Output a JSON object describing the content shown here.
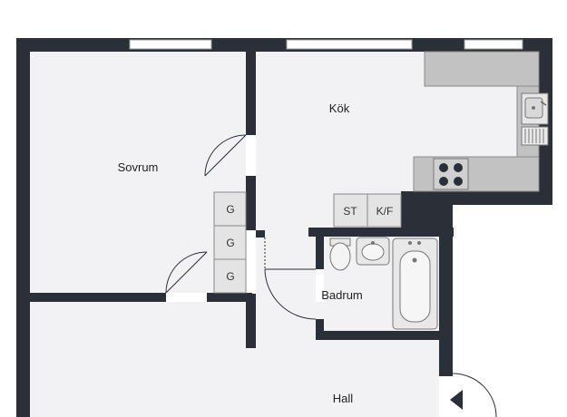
{
  "rooms": {
    "bedroom": "Sovrum",
    "kitchen": "Kök",
    "bathroom": "Badrum",
    "hall": "Hall"
  },
  "closets": [
    "G",
    "G",
    "G"
  ],
  "appliances": {
    "stove": "ST",
    "fridge_freezer": "K/F"
  },
  "colors": {
    "wall": "#2b2f37",
    "floor": "#f2f2f5",
    "counter": "#c2c2c2",
    "fixture": "#e4e4e4",
    "window": "#ffffff"
  },
  "icons": {
    "entrance": "entrance-arrow-icon",
    "sink": "kitchen-sink-icon",
    "stove": "cooktop-icon",
    "toilet": "toilet-icon",
    "washbasin": "washbasin-icon",
    "bathtub": "bathtub-icon"
  }
}
